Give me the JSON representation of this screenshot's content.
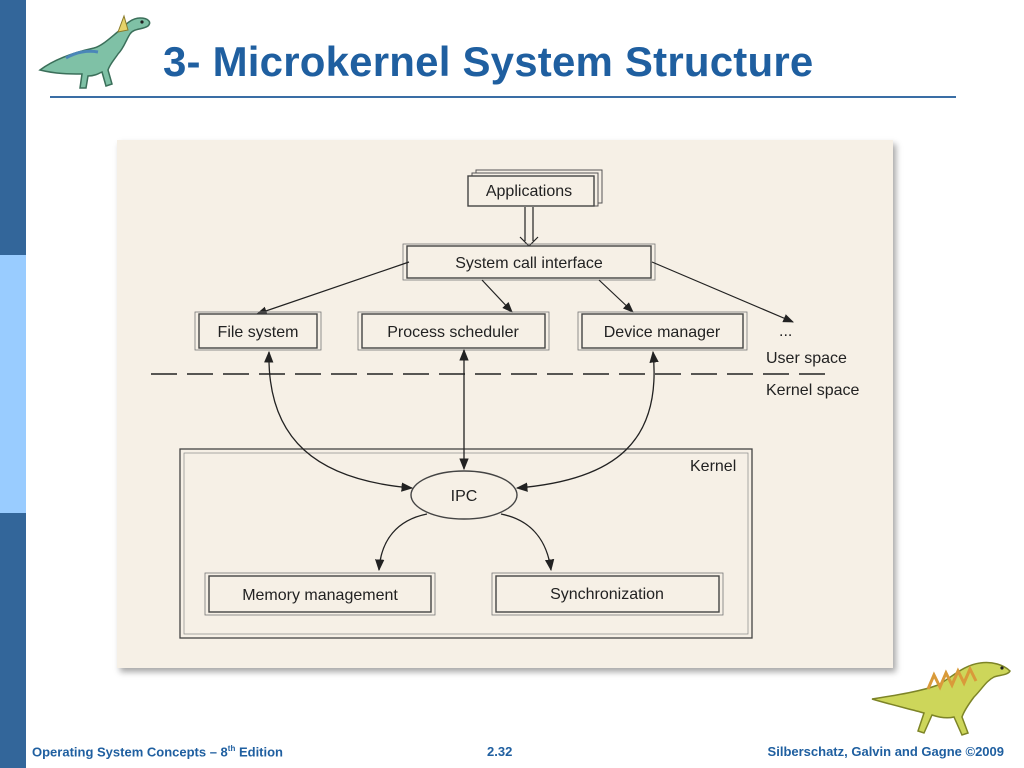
{
  "slide": {
    "title": "3- Microkernel System Structure",
    "accent_color": "#1f5fa0",
    "sidebar_colors": [
      "#33669a",
      "#99ccff"
    ]
  },
  "diagram": {
    "applications": "Applications",
    "syscall": "System call interface",
    "file_system": "File system",
    "process_scheduler": "Process scheduler",
    "device_manager": "Device manager",
    "ellipsis": "...",
    "user_space": "User space",
    "kernel_space": "Kernel space",
    "kernel": "Kernel",
    "ipc": "IPC",
    "memory_management": "Memory management",
    "synchronization": "Synchronization"
  },
  "footer": {
    "left_prefix": "Operating System Concepts – 8",
    "left_sup": "th",
    "left_suffix": " Edition",
    "page": "2.32",
    "right": "Silberschatz, Galvin and Gagne ©2009"
  },
  "icons": {
    "top_left": "dinosaur-icon",
    "bottom_right": "dinosaur-icon"
  }
}
